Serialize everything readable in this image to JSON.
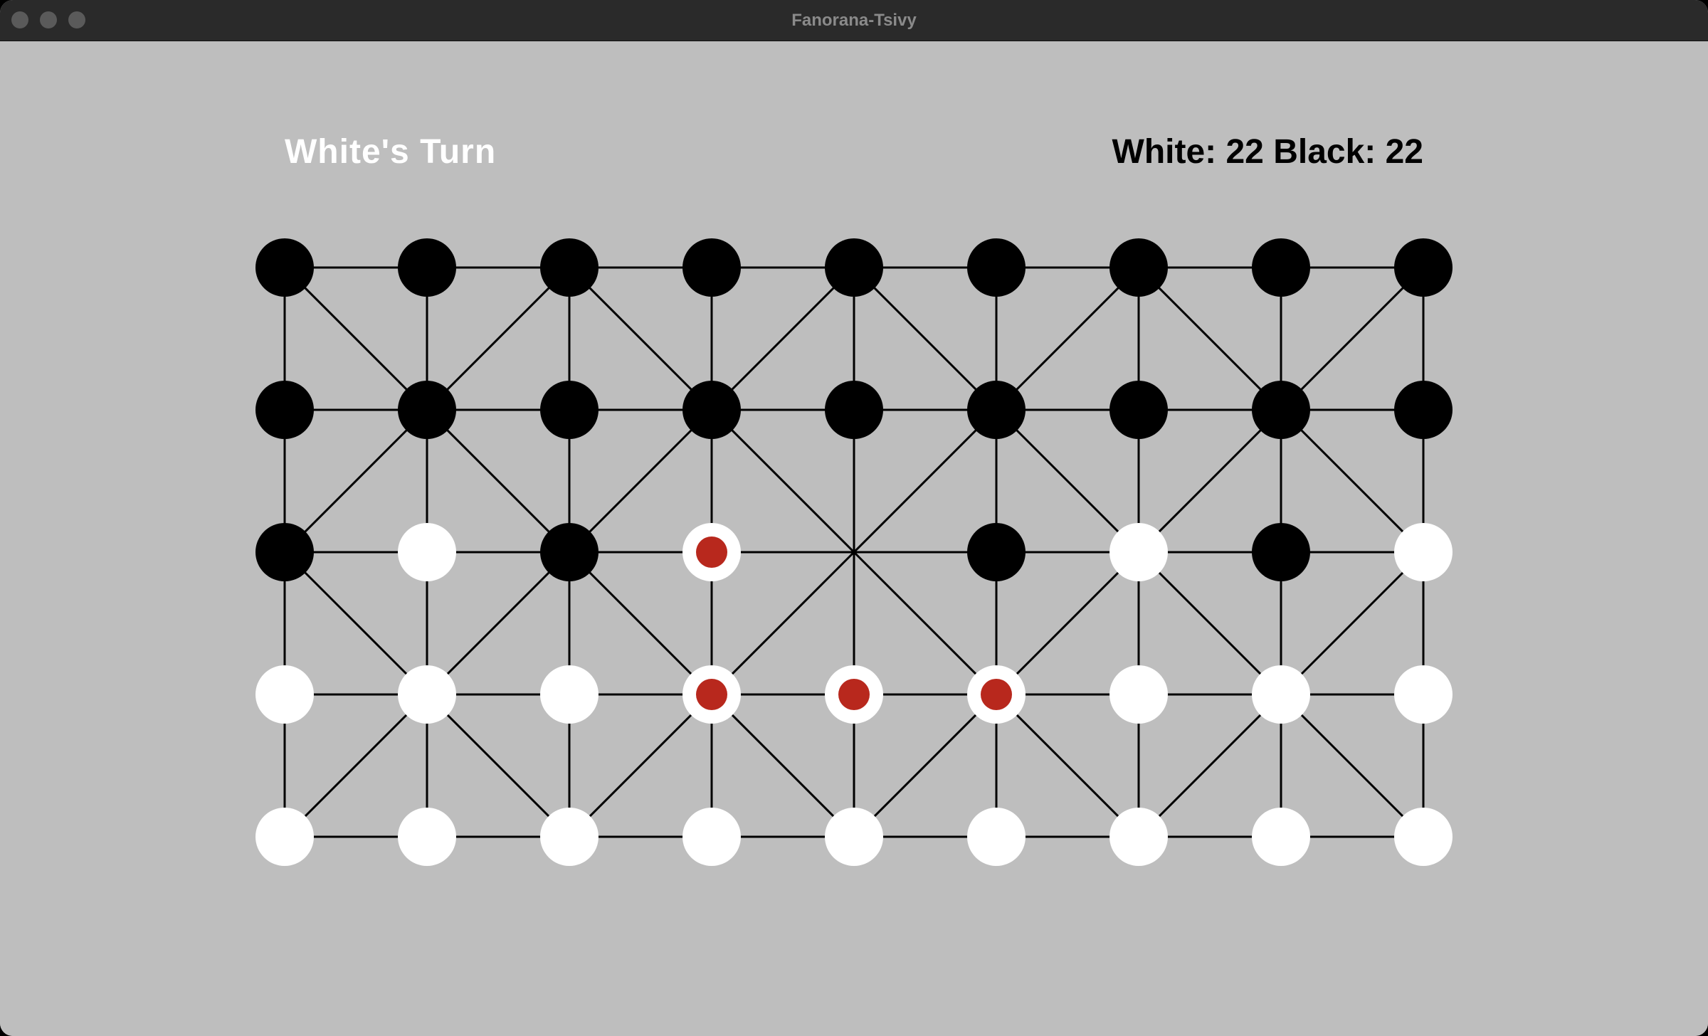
{
  "window": {
    "title": "Fanorana-Tsivy"
  },
  "status": {
    "turn": "White's Turn",
    "score": "White: 22 Black: 22"
  },
  "colors": {
    "background": "#bebebe",
    "black_piece": "#000000",
    "white_piece": "#ffffff",
    "highlight": "#b8281d",
    "line": "#000000"
  },
  "board": {
    "rows": 5,
    "cols": 9,
    "pieces": [
      [
        "B",
        "B",
        "B",
        "B",
        "B",
        "B",
        "B",
        "B",
        "B"
      ],
      [
        "B",
        "B",
        "B",
        "B",
        "B",
        "B",
        "B",
        "B",
        "B"
      ],
      [
        "B",
        "W",
        "B",
        "W",
        "E",
        "B",
        "W",
        "B",
        "W"
      ],
      [
        "W",
        "W",
        "W",
        "W",
        "W",
        "W",
        "W",
        "W",
        "W"
      ],
      [
        "W",
        "W",
        "W",
        "W",
        "W",
        "W",
        "W",
        "W",
        "W"
      ]
    ],
    "highlighted": [
      [
        2,
        3
      ],
      [
        3,
        3
      ],
      [
        3,
        4
      ],
      [
        3,
        5
      ]
    ]
  }
}
